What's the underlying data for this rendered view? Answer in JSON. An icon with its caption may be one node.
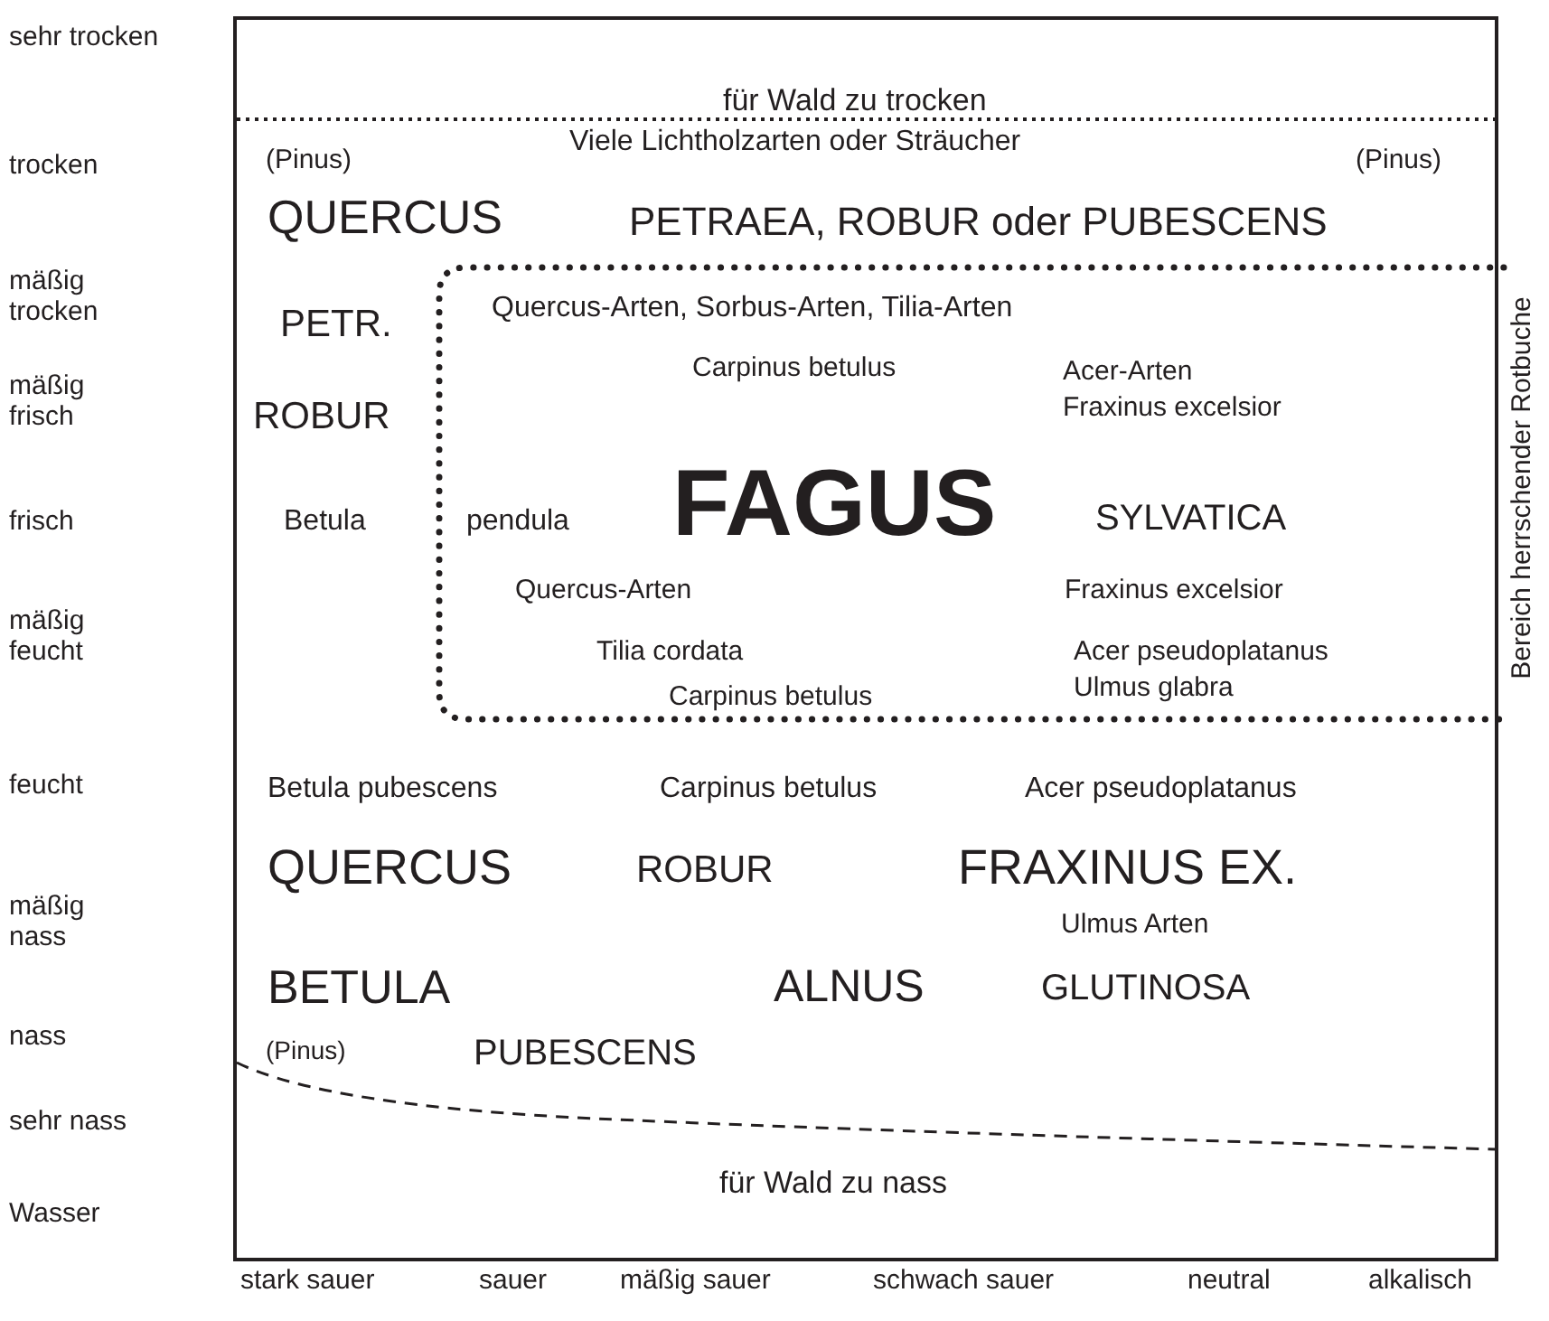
{
  "diagram": {
    "labels": [
      "sehr trocken",
      "trocken",
      "mäßig trocken",
      "mäßig frisch",
      "frisch",
      "mäßig feucht",
      "feucht",
      "mäßig nass",
      "nass",
      "sehr nass",
      "Wasser",
      "für Wald zu trocken",
      "(Pinus)",
      "Viele Lichtholzarten oder Sträucher",
      "(Pinus)",
      "QUERCUS",
      "PETRAEA, ROBUR oder PUBESCENS",
      "PETR.",
      "Quercus-Arten, Sorbus-Arten, Tilia-Arten",
      "Carpinus betulus",
      "Acer-Arten",
      "ROBUR",
      "Fraxinus excelsior",
      "Betula",
      "pendula",
      "FAGUS",
      "SYLVATICA",
      "Quercus-Arten",
      "Fraxinus excelsior",
      "Tilia cordata",
      "Acer pseudoplatanus",
      "Carpinus betulus",
      "Ulmus glabra",
      "Betula pubescens",
      "Carpinus betulus",
      "Acer pseudoplatanus",
      "QUERCUS",
      "ROBUR",
      "FRAXINUS EX.",
      "Ulmus Arten",
      "BETULA",
      "ALNUS",
      "GLUTINOSA",
      "(Pinus)",
      "PUBESCENS",
      "für Wald zu nass",
      "stark sauer",
      "sauer",
      "mäßig sauer",
      "schwach sauer",
      "neutral",
      "alkalisch",
      "Bereich herrschender Rotbuche"
    ]
  }
}
